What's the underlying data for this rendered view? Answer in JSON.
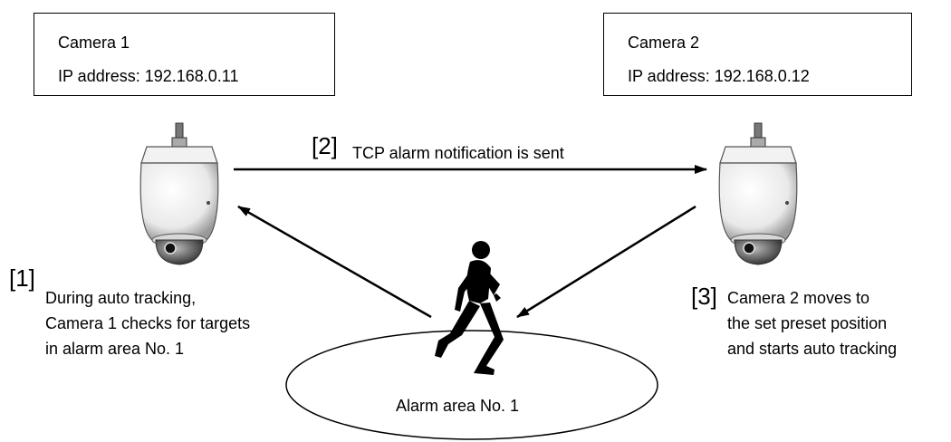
{
  "camera1": {
    "title": "Camera 1",
    "ip": "IP address: 192.168.0.11"
  },
  "camera2": {
    "title": "Camera 2",
    "ip": "IP address: 192.168.0.12"
  },
  "step1": {
    "number": "[1]",
    "lines": [
      "During auto tracking,",
      "Camera 1 checks for targets",
      "in alarm area No. 1"
    ]
  },
  "step2": {
    "number": "[2]",
    "text": "TCP alarm notification is sent"
  },
  "step3": {
    "number": "[3]",
    "lines": [
      "Camera 2 moves to",
      "the set preset position",
      "and starts auto tracking"
    ]
  },
  "alarm_area": {
    "label": "Alarm area No. 1"
  }
}
